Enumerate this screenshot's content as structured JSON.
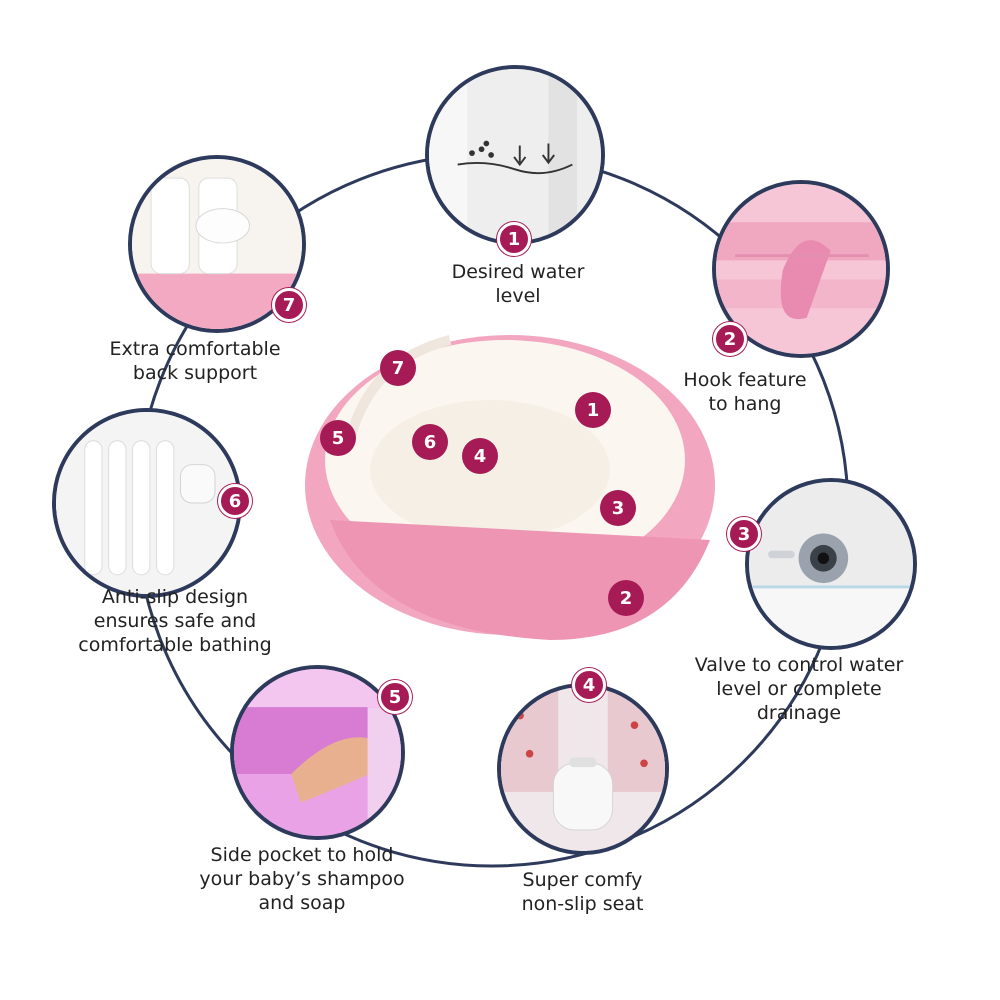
{
  "colors": {
    "ring": "#2e3a5c",
    "badge": "#a61a55",
    "tub_pink": "#f2a6c0",
    "tub_inner": "#fbf6ef"
  },
  "features": [
    {
      "number": "1",
      "label": "Desired water\nlevel"
    },
    {
      "number": "2",
      "label": "Hook feature\nto hang"
    },
    {
      "number": "3",
      "label": "Valve to control water\nlevel or complete\ndrainage"
    },
    {
      "number": "4",
      "label": "Super comfy\nnon-slip seat"
    },
    {
      "number": "5",
      "label": "Side pocket to hold\nyour baby’s shampoo\nand soap"
    },
    {
      "number": "6",
      "label": "Anti-slip design\nensures safe and\ncomfortable bathing"
    },
    {
      "number": "7",
      "label": "Extra comfortable\nback support"
    }
  ],
  "tub_markers": [
    "7",
    "1",
    "5",
    "6",
    "4",
    "3",
    "2"
  ]
}
